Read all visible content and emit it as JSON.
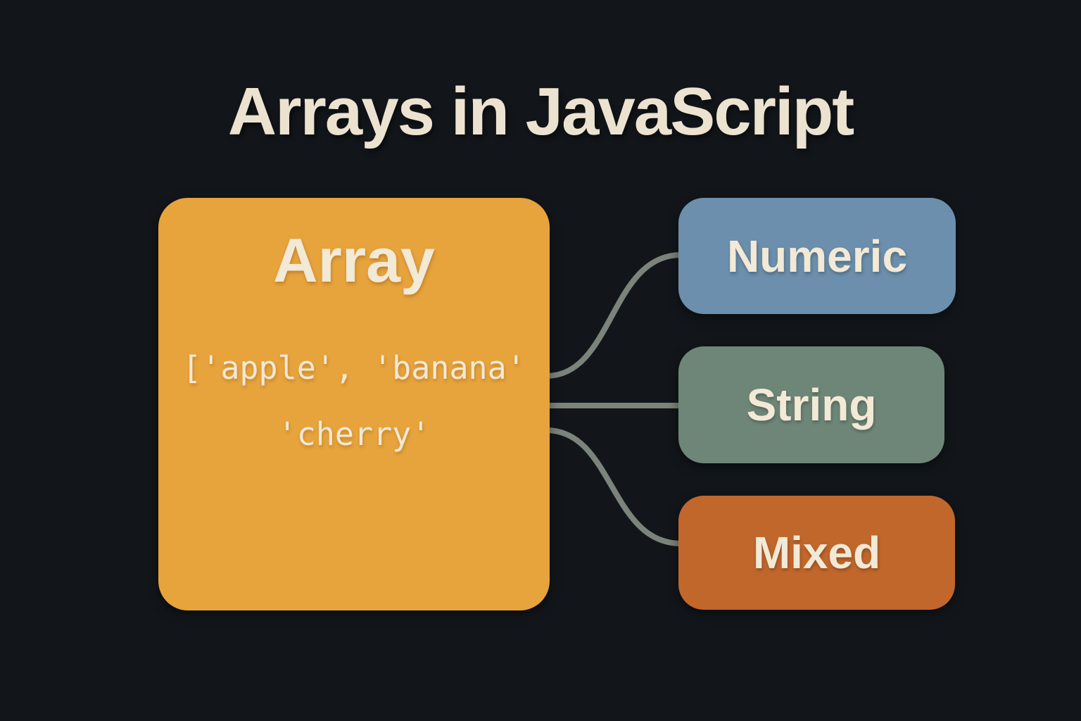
{
  "title": "Arrays in JavaScript",
  "array_box": {
    "heading": "Array",
    "code_lines": [
      "['apple', 'banana'",
      "'cherry'"
    ],
    "bg": "#e7a33c"
  },
  "type_boxes": [
    {
      "id": "numeric",
      "label": "Numeric",
      "bg": "#6b8fac"
    },
    {
      "id": "string",
      "label": "String",
      "bg": "#6e8678"
    },
    {
      "id": "mixed",
      "label": "Mixed",
      "bg": "#c2672c"
    }
  ],
  "colors": {
    "background": "#12161a",
    "text_cream": "#f2e9d6",
    "connector": "#7b847b"
  }
}
